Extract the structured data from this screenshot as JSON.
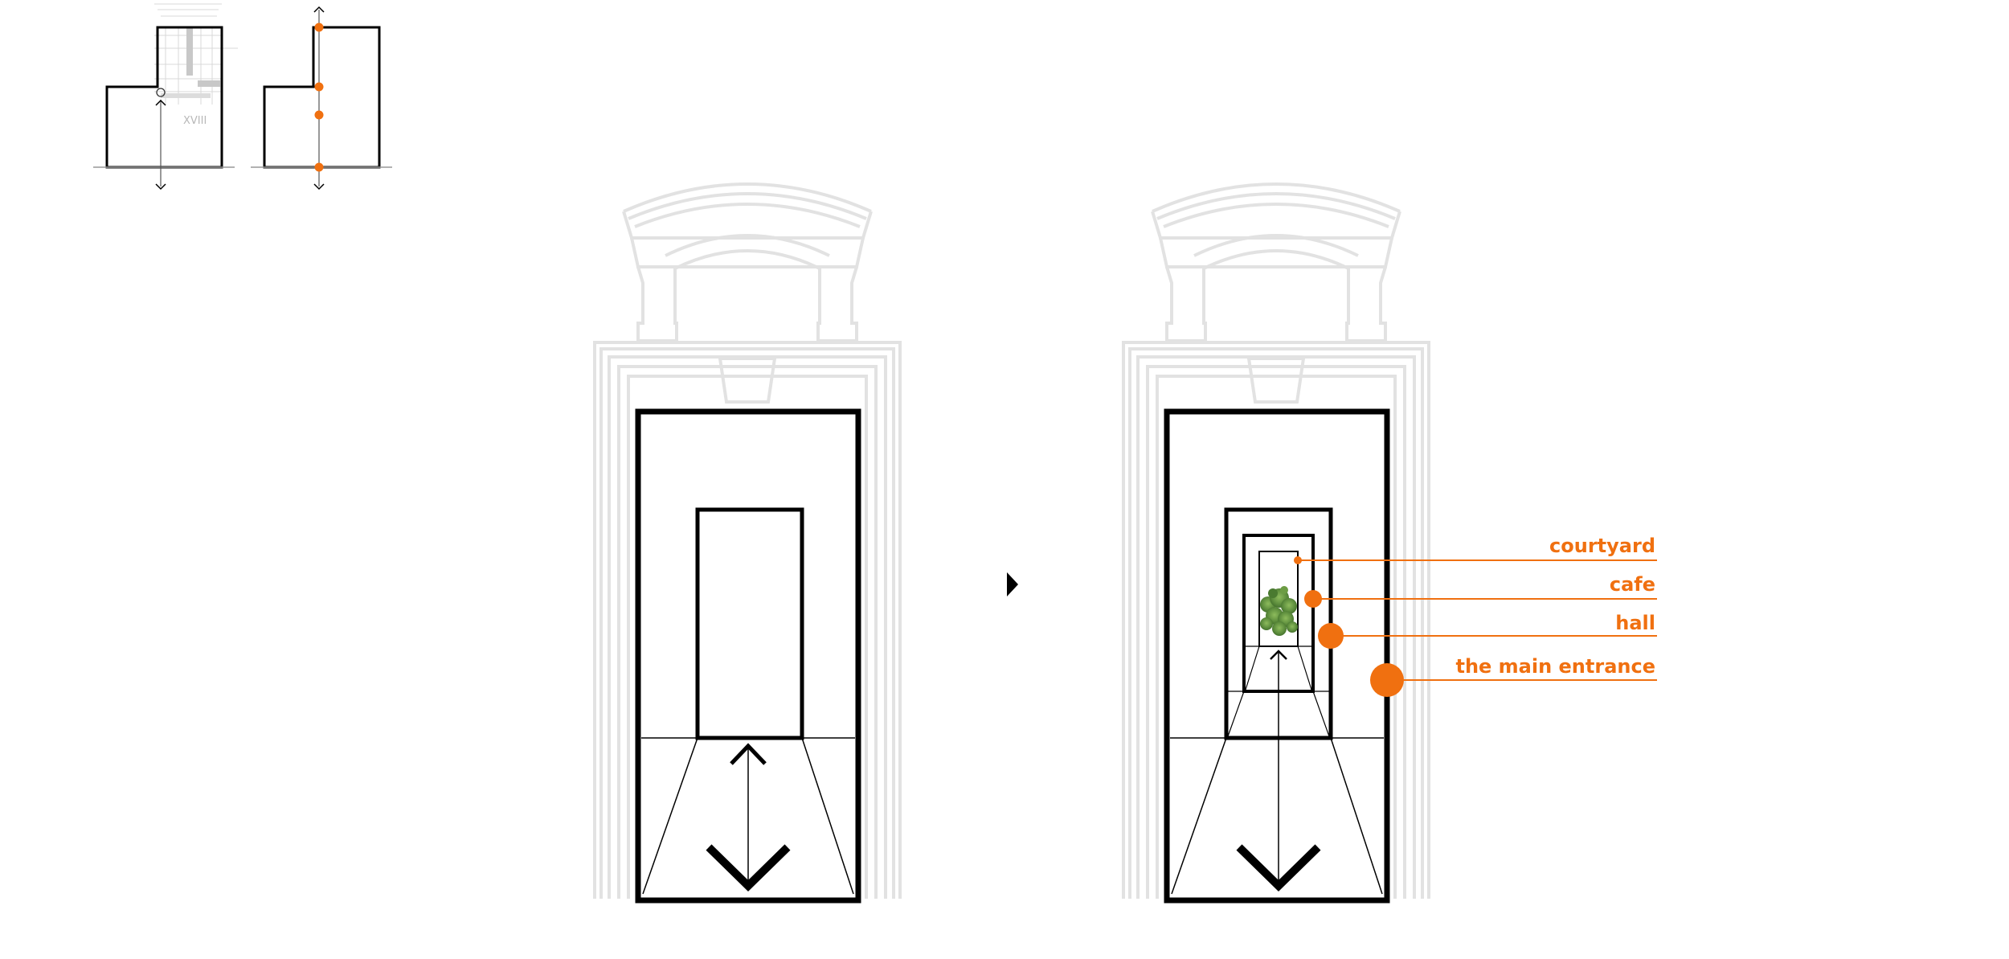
{
  "colors": {
    "accent": "#f07010",
    "ink": "#000000",
    "ghost": "#e2e2e2",
    "faint": "#cfcfcf",
    "foliage": "#5f8f3e"
  },
  "plan": {
    "room_number": "XVIII"
  },
  "labels": {
    "courtyard": "courtyard",
    "cafe": "cafe",
    "hall": "hall",
    "main_entrance": "the main entrance"
  },
  "icons": {
    "transition": "play-arrow-icon",
    "direction": "arrow-up-down-icon"
  }
}
